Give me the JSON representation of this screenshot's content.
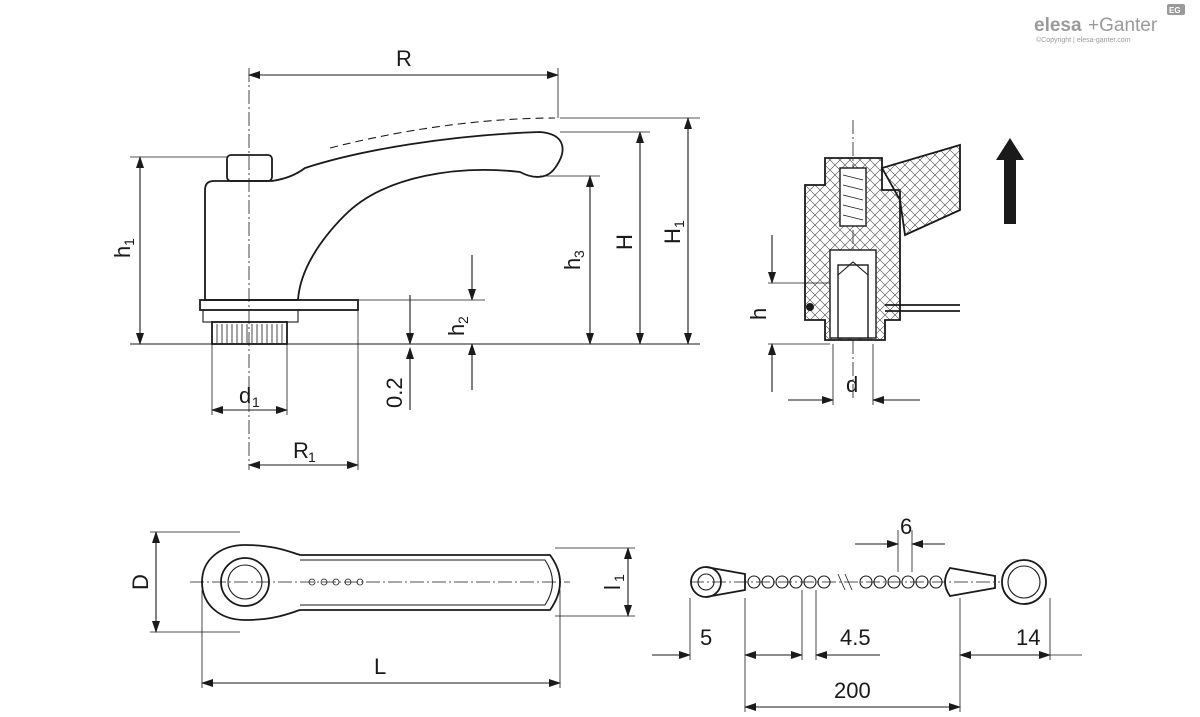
{
  "brand": {
    "name_part1": "elesa",
    "name_part2": "+Ganter",
    "badge": "EG",
    "copyright": "©Copyright | elesa-ganter.com"
  },
  "dimensions": {
    "R": "R",
    "h1_main": "h",
    "h1_sub": "1",
    "H": "H",
    "H1_main": "H",
    "H1_sub": "1",
    "h3_main": "h",
    "h3_sub": "3",
    "h2_main": "h",
    "h2_sub": "2",
    "gap": "0.2",
    "d1_main": "d",
    "d1_sub": "1",
    "R1_main": "R",
    "R1_sub": "1",
    "h": "h",
    "d": "d",
    "D": "D",
    "L": "L",
    "l1_main": "l",
    "l1_sub": "1",
    "chain_6": "6",
    "chain_5": "5",
    "chain_4_5": "4.5",
    "chain_14": "14",
    "chain_200": "200"
  }
}
